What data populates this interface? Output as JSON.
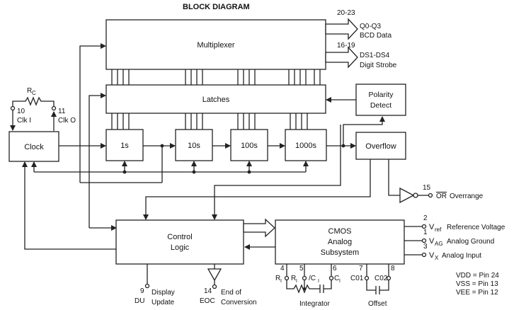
{
  "title": "BLOCK DIAGRAM",
  "blocks": {
    "multiplexer": "Multiplexer",
    "latches": "Latches",
    "polarity": [
      "Polarity",
      "Detect"
    ],
    "clock": "Clock",
    "c1s": "1s",
    "c10s": "10s",
    "c100s": "100s",
    "c1000s": "1000s",
    "overflow": "Overflow",
    "control": [
      "Control",
      "Logic"
    ],
    "cmos": [
      "CMOS",
      "Analog",
      "Subsystem"
    ]
  },
  "outputs": {
    "bcd_pins": "20-23",
    "bcd_name": "Q0-Q3",
    "bcd_desc": "BCD Data",
    "ds_pins": "16-19",
    "ds_name": "DS1-DS4",
    "ds_desc": "Digit Strobe"
  },
  "clock_pins": {
    "rc": "R",
    "rc_sub": "C",
    "clki_num": "10",
    "clki_label": "Clk I",
    "clko_num": "11",
    "clko_label": "Clk O"
  },
  "overrange": {
    "num": "15",
    "bar": "OR",
    "label": "Overrange"
  },
  "analog_pins": {
    "ref_num": "2",
    "ref_v": "V",
    "ref_sub": "ref",
    "ref_label": "Reference Voltage",
    "ag_num": "1",
    "ag_v": "V",
    "ag_sub": "AG",
    "ag_label": "Analog Ground",
    "x_num": "3",
    "x_v": "V",
    "x_sub": "X",
    "x_label": "Analog Input"
  },
  "power": {
    "vdd": "VDD = Pin 24",
    "vss": "VSS = Pin 13",
    "vee": "VEE = Pin 12"
  },
  "bottom": {
    "du_num": "9",
    "du": "DU",
    "du_l1": "Display",
    "du_l2": "Update",
    "eoc_num": "14",
    "eoc": "EOC",
    "eoc_l1": "End of",
    "eoc_l2": "Conversion",
    "integrator": "Integrator",
    "offset": "Offset"
  },
  "integrator_pins": {
    "n4": "4",
    "ri": "R",
    "ri_sub": "I",
    "n5": "5",
    "rici": "R",
    "rici_sub": "I",
    "rici_mid": "/C",
    "rici_sub2": "I",
    "n6": "6",
    "ci": "C",
    "ci_sub": "I",
    "n7": "7",
    "co1": "C01",
    "n8": "8",
    "co2": "C02"
  }
}
